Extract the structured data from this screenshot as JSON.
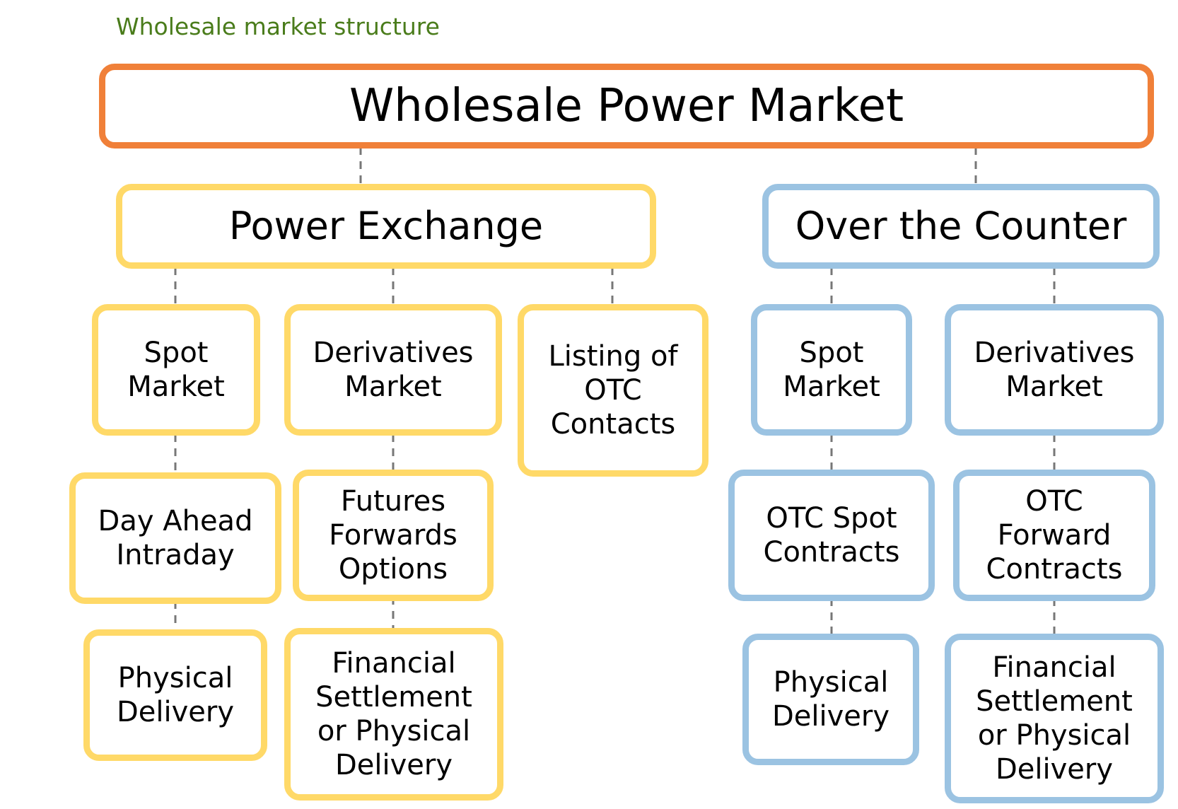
{
  "caption": "Wholesale market structure",
  "colors": {
    "root": "#f08039",
    "exchange": "#ffd968",
    "otc": "#9bc3e2",
    "caption": "#4a7c1b",
    "connector": "#777777"
  },
  "root": "Wholesale Power Market",
  "exchange": {
    "title": "Power Exchange",
    "spot": "Spot\nMarket",
    "derivatives": "Derivatives\nMarket",
    "listing": "Listing of\nOTC\nContacts",
    "spot_types": "Day Ahead\nIntraday",
    "derivative_types": "Futures\nForwards\nOptions",
    "spot_settlement": "Physical\nDelivery",
    "derivative_settlement": "Financial\nSettlement\nor Physical\nDelivery"
  },
  "otc": {
    "title": "Over the Counter",
    "spot": "Spot\nMarket",
    "derivatives": "Derivatives\nMarket",
    "spot_contracts": "OTC Spot\nContracts",
    "forward_contracts": "OTC\nForward\nContracts",
    "spot_settlement": "Physical\nDelivery",
    "forward_settlement": "Financial\nSettlement\nor Physical\nDelivery"
  }
}
